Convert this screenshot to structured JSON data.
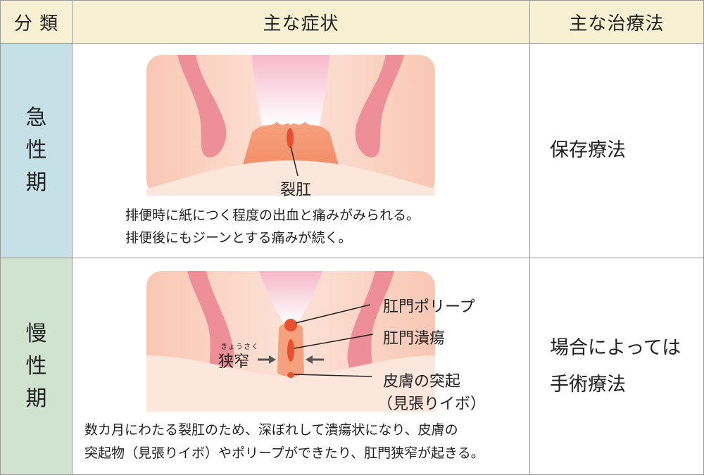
{
  "header": {
    "category": "分 類",
    "symptoms": "主な症状",
    "treatment": "主な治療法"
  },
  "colors": {
    "header_bg": "#f7f0d3",
    "acute_bg": "#c6e0e8",
    "chronic_bg": "#cfe3cf",
    "border": "#9a9a9a"
  },
  "rows": [
    {
      "category_chars": [
        "急",
        "性",
        "期"
      ],
      "diagram_labels": [
        "裂肛"
      ],
      "description": [
        "排便時に紙につく程度の出血と痛みがみられる。",
        "排便後にもジーンとする痛みが続く。"
      ],
      "treatment_lines": [
        "保存療法"
      ]
    },
    {
      "category_chars": [
        "慢",
        "性",
        "期"
      ],
      "diagram_labels": [
        "肛門ポリープ",
        "肛門潰瘍",
        "皮膚の突起",
        "（見張りイボ）",
        "狭窄"
      ],
      "ruby": "きょうさく",
      "description": [
        "数カ月にわたる裂肛のため、深ぼれして潰瘍状になり、皮膚の",
        "突起物（見張りイボ）やポリープができたり、肛門狭窄が起きる。"
      ],
      "treatment_lines": [
        "場合によっては",
        "手術療法"
      ]
    }
  ]
}
